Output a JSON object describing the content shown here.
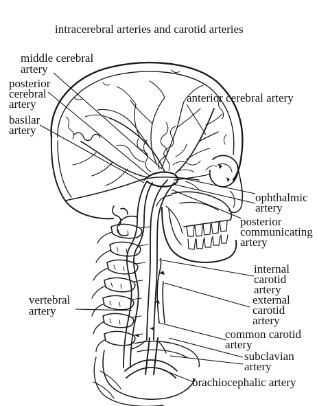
{
  "title": "intracerebral arteries and carotid arteries",
  "labels": {
    "middle_cerebral": [
      "middle cerebral",
      "artery"
    ],
    "posterior_cerebral": [
      "posterior",
      "cerebral",
      "artery"
    ],
    "basilar": [
      "basilar",
      "artery"
    ],
    "anterior_cerebral": [
      "anterior cerebral artery"
    ],
    "ophthalmic": [
      "ophthalmic",
      "artery"
    ],
    "posterior_communicating": [
      "posterior",
      "communicating",
      "artery"
    ],
    "internal_carotid": [
      "internal",
      "carotid",
      "artery"
    ],
    "external_carotid": [
      "external",
      "carotid",
      "artery"
    ],
    "vertebral": [
      "vertebral",
      "artery"
    ],
    "common_carotid": [
      "common carotid",
      "artery"
    ],
    "subclavian": [
      "subclavian",
      "artery"
    ],
    "brachiocephalic": [
      "brachiocephalic artery"
    ]
  }
}
